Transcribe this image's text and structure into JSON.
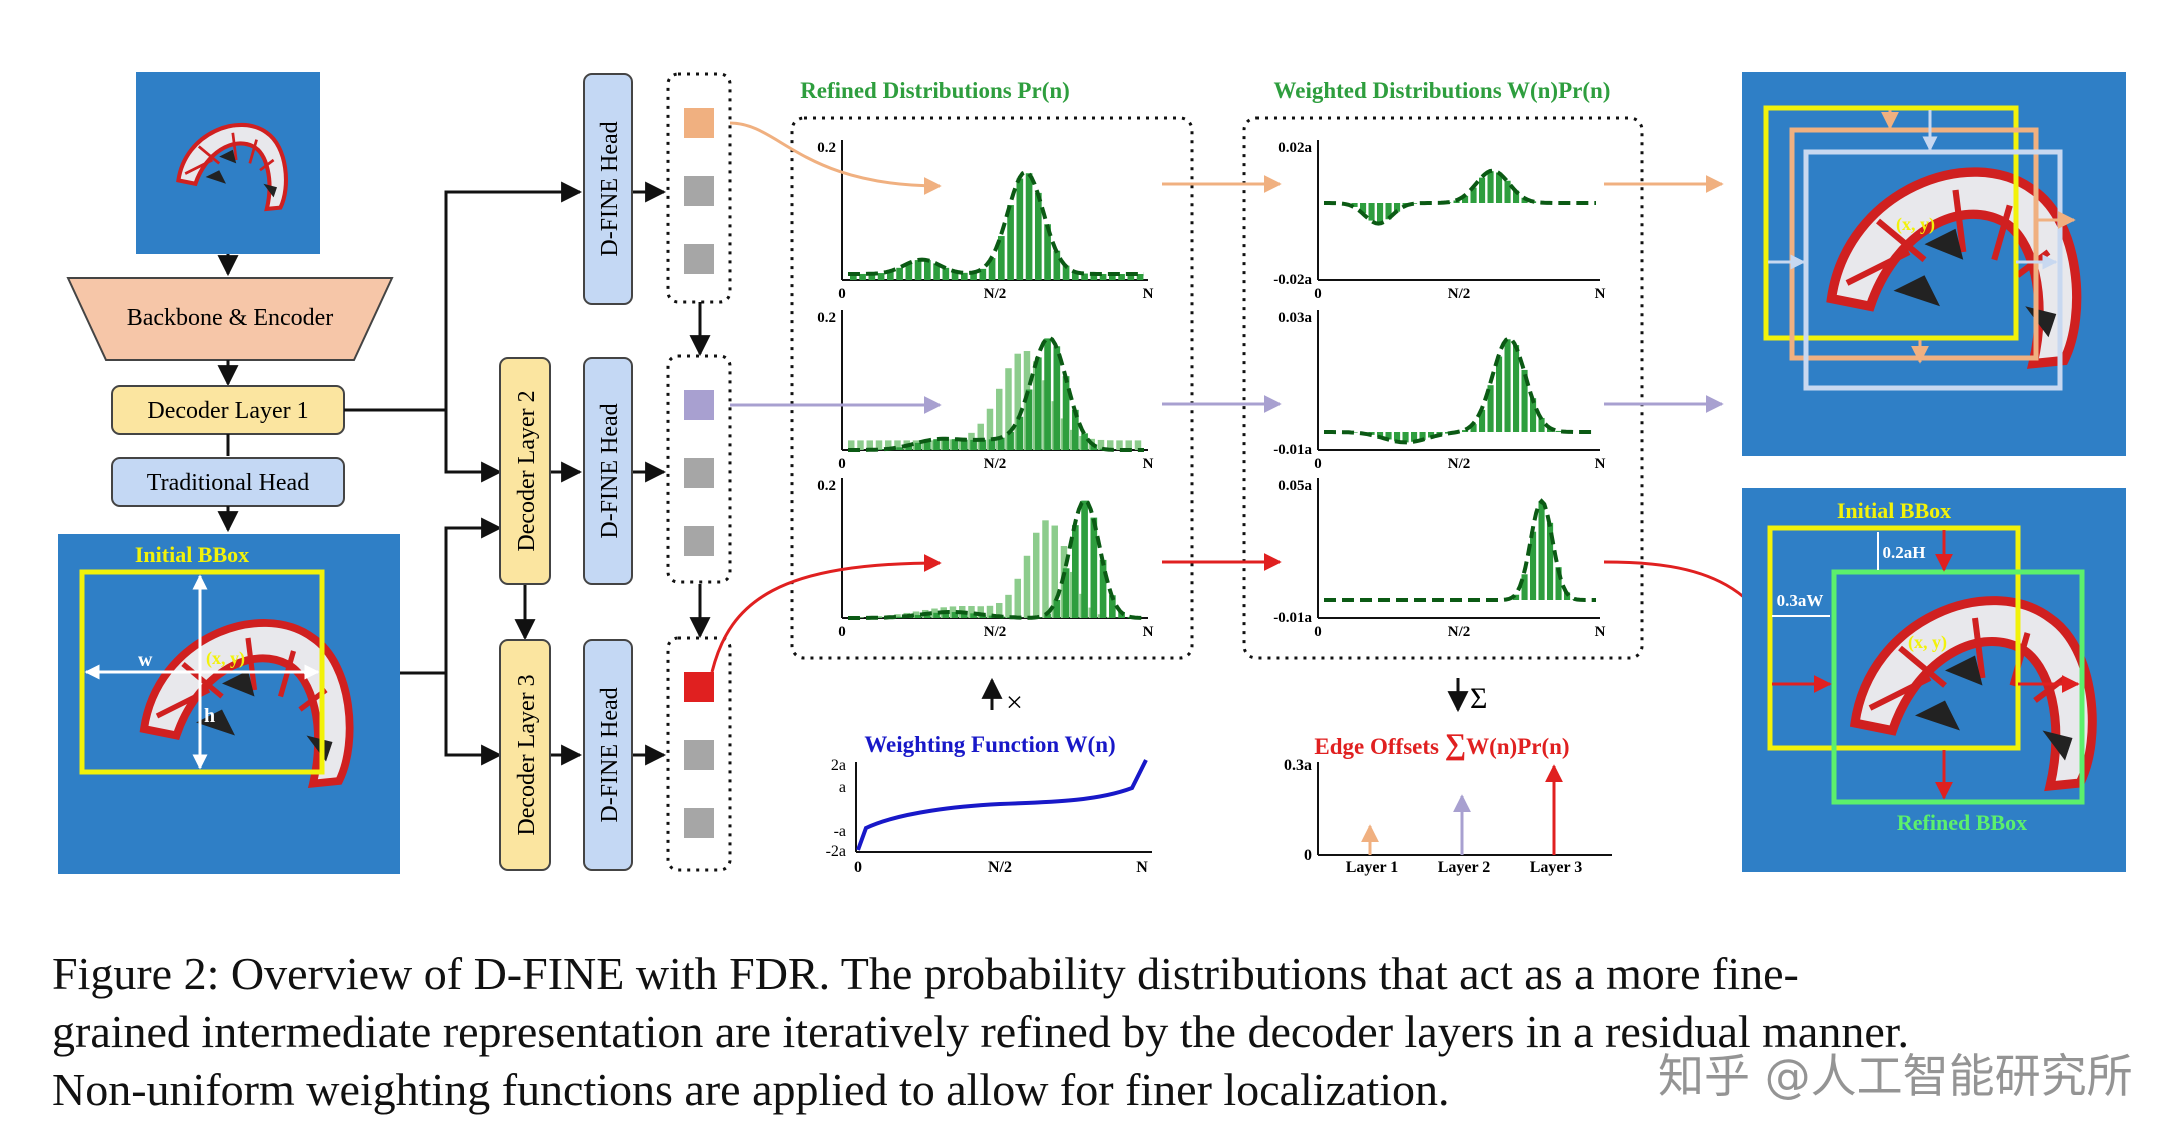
{
  "pipeline": {
    "backbone": "Backbone & Encoder",
    "decoder_layers": [
      "Decoder Layer 1",
      "Decoder Layer 2",
      "Decoder Layer 3"
    ],
    "traditional_head": "Traditional Head",
    "dfine_head": "D-FINE Head"
  },
  "kite_panel": {
    "initial_bbox": "Initial BBox",
    "w": "w",
    "h": "h",
    "xy": "(x, y)"
  },
  "refined_panel": {
    "title": "Refined Distributions Pr(n)",
    "ticks_x": [
      "0",
      "N/2",
      "N"
    ],
    "ticks_y": [
      [
        "0.2"
      ],
      [
        "0.2"
      ],
      [
        "0.2"
      ]
    ]
  },
  "weighted_panel": {
    "title": "Weighted Distributions W(n)Pr(n)",
    "ticks_x": [
      "0",
      "N/2",
      "N"
    ],
    "ticks_y": [
      [
        "0.02a",
        "-0.02a"
      ],
      [
        "0.03a",
        "-0.01a"
      ],
      [
        "0.05a",
        "-0.01a"
      ]
    ]
  },
  "ops": {
    "times": "×",
    "sum": "Σ"
  },
  "weighting": {
    "title": "Weighting Function W(n)",
    "ticks_y": [
      "2a",
      "a",
      "-a",
      "-2a"
    ],
    "ticks_x": [
      "0",
      "N/2",
      "N"
    ]
  },
  "edge_offsets": {
    "title_prefix": "Edge Offsets ",
    "title_sigma": "∑",
    "title_suffix": "W(n)Pr(n)",
    "ticks_y": [
      "0.3a",
      "0"
    ],
    "layers": [
      "Layer 1",
      "Layer 2",
      "Layer 3"
    ]
  },
  "result_panel": {
    "xy": "(x, y)",
    "initial_bbox": "Initial BBox",
    "refined_bbox": "Refined BBox",
    "offset_h": "0.2aH",
    "offset_w": "0.3aW"
  },
  "colors": {
    "layer1": "#f0b080",
    "layer2": "#a8a0d0",
    "layer3": "#e02020",
    "bar_green": "#2e9e3e",
    "bar_light": "#8ccc8c",
    "curve": "#0b5a14",
    "weight_curve": "#1818c8",
    "box_yellow": "#f2f20a",
    "box_green": "#5cf06c",
    "sky": "#2f7fc6"
  },
  "caption": {
    "lines": [
      "Figure 2:  Overview of D-FINE with FDR. The probability distributions that act as a more fine-",
      "grained intermediate representation are iteratively refined by the decoder layers in a residual manner.",
      "Non-uniform weighting functions are applied to allow for finer localization."
    ]
  },
  "watermark": "知乎 @人工智能研究所"
}
